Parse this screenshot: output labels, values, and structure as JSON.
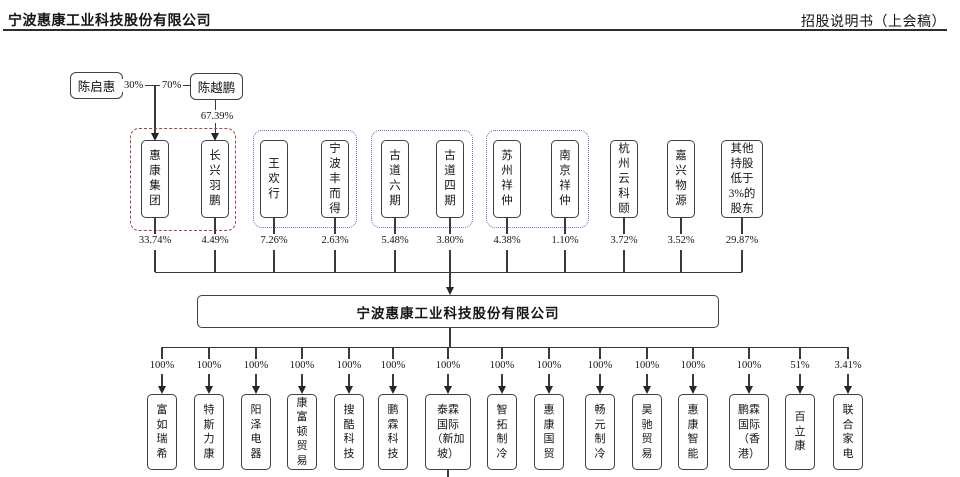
{
  "header": {
    "left_title": "宁波惠康工业科技股份有限公司",
    "right_title": "招股说明书（上会稿）"
  },
  "top_owners": {
    "owner1": {
      "name": "陈启惠",
      "share_label": "30%"
    },
    "owner2": {
      "name": "陈越鹏",
      "share_label": "70%",
      "stake_label": "67.39%"
    }
  },
  "company": {
    "name": "宁波惠康工业科技股份有限公司"
  },
  "shareholders": [
    {
      "name": "惠\n康\n集\n团",
      "pct": "33.74%"
    },
    {
      "name": "长\n兴\n羽\n鹏",
      "pct": "4.49%"
    },
    {
      "name": "王\n欢\n行",
      "pct": "7.26%"
    },
    {
      "name": "宁\n波\n丰\n而\n得",
      "pct": "2.63%"
    },
    {
      "name": "古\n道\n六\n期",
      "pct": "5.48%"
    },
    {
      "name": "古\n道\n四\n期",
      "pct": "3.80%"
    },
    {
      "name": "苏\n州\n祥\n仲",
      "pct": "4.38%"
    },
    {
      "name": "南\n京\n祥\n仲",
      "pct": "1.10%"
    },
    {
      "name": "杭\n州\n云\n科\n颐",
      "pct": "3.72%"
    },
    {
      "name": "嘉\n兴\n物\n源",
      "pct": "3.52%"
    },
    {
      "name": "其他\n持股\n低于\n3%的\n股东",
      "pct": "29.87%"
    }
  ],
  "subsidiaries": [
    {
      "name": "富\n如\n瑞\n希",
      "pct": "100%"
    },
    {
      "name": "特\n斯\n力\n康",
      "pct": "100%"
    },
    {
      "name": "阳\n泽\n电\n器",
      "pct": "100%"
    },
    {
      "name": "康\n富\n顿\n贸\n易",
      "pct": "100%"
    },
    {
      "name": "搜\n酷\n科\n技",
      "pct": "100%"
    },
    {
      "name": "鹏\n霖\n科\n技",
      "pct": "100%"
    },
    {
      "name": "泰霖\n国际\n（新加\n坡）",
      "pct": "100%"
    },
    {
      "name": "智\n拓\n制\n冷",
      "pct": "100%"
    },
    {
      "name": "惠\n康\n国\n贸",
      "pct": "100%"
    },
    {
      "name": "畅\n元\n制\n冷",
      "pct": "100%"
    },
    {
      "name": "昊\n驰\n贸\n易",
      "pct": "100%"
    },
    {
      "name": "惠\n康\n智\n能",
      "pct": "100%"
    },
    {
      "name": "鹏霖\n国际\n（香\n港）",
      "pct": "100%"
    },
    {
      "name": "百\n立\n康",
      "pct": "51%"
    },
    {
      "name": "联\n合\n家\n电",
      "pct": "3.41%"
    }
  ],
  "colors": {
    "line": "#3a3a3a",
    "founder_group_border": "#a8443c",
    "fund_group_border": "#5a79cf"
  }
}
